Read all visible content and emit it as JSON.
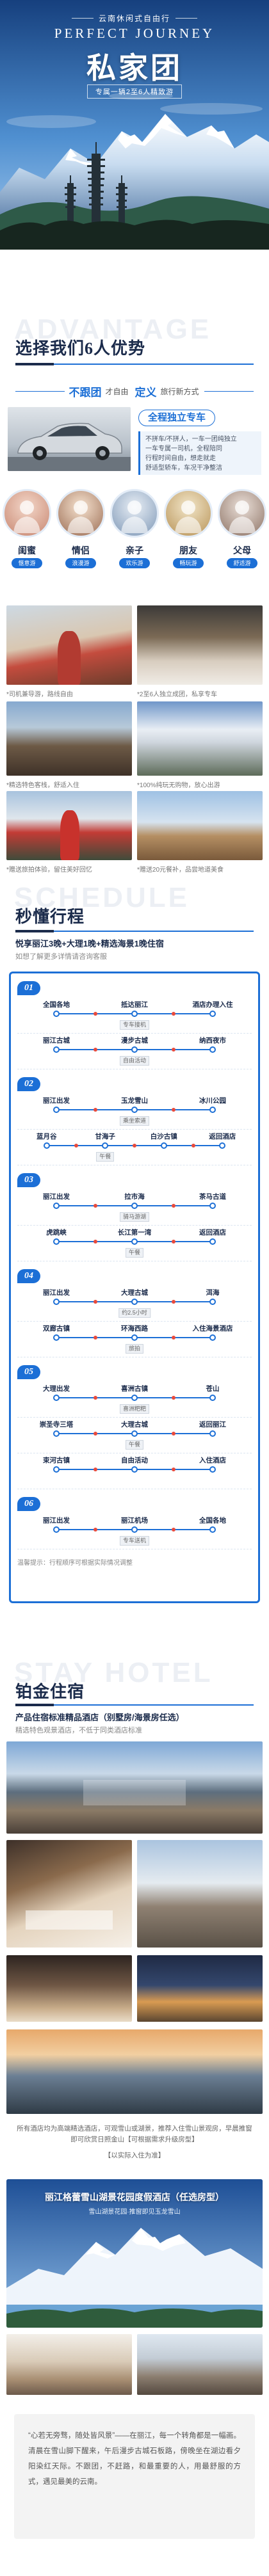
{
  "hero": {
    "tagline": "云南休闲式自由行",
    "english": "PERFECT JOURNEY",
    "title": "私家团",
    "subtitle": "专属一辆2至6人精致游"
  },
  "advantage": {
    "watermark": "ADVANTAGE",
    "heading": "选择我们6人优势",
    "banner": {
      "a": "不跟团",
      "b": "才自由",
      "c": "定义",
      "d": "旅行新方式"
    }
  },
  "car": {
    "title": "全程独立专车",
    "bullets": [
      "不拼车/不拼人，一车一团纯独立",
      "一车专属一司机，全程陪同",
      "行程时间自由，想走就走",
      "舒适型轿车，车况干净整洁"
    ]
  },
  "audiences": [
    {
      "label": "闺蜜",
      "tag": "惬意游",
      "icon": "friends-icon"
    },
    {
      "label": "情侣",
      "tag": "浪漫游",
      "icon": "couple-icon"
    },
    {
      "label": "亲子",
      "tag": "欢乐游",
      "icon": "family-icon"
    },
    {
      "label": "朋友",
      "tag": "畅玩游",
      "icon": "group-icon"
    },
    {
      "label": "父母",
      "tag": "舒适游",
      "icon": "parents-icon"
    }
  ],
  "features": [
    {
      "caption": "*司机兼导游，路线自由"
    },
    {
      "caption": "*2至6人独立成团，私享专车"
    },
    {
      "caption": "*精选特色客栈，舒适入住"
    },
    {
      "caption": "*100%纯玩无购物，放心出游"
    },
    {
      "caption": "*赠送旅拍体验，留住美好回忆"
    },
    {
      "caption": "*赠送20元餐补，品尝地道美食"
    }
  ],
  "schedule": {
    "watermark": "SCHEDULE",
    "heading": "秒懂行程",
    "subtitle": "悦享丽江3晚+大理1晚+精选海景1晚住宿",
    "note": "如想了解更多详情请咨询客服"
  },
  "itinerary": {
    "days": [
      {
        "num": "01",
        "rows": [
          {
            "nodes": [
              {
                "label": "全国各地"
              },
              {
                "label": "抵达丽江",
                "tag": "专车接机"
              },
              {
                "label": "酒店办理入住"
              }
            ]
          },
          {
            "nodes": [
              {
                "label": "丽江古城"
              },
              {
                "label": "漫步古城",
                "tag": "自由活动"
              },
              {
                "label": "纳西夜市"
              }
            ]
          }
        ]
      },
      {
        "num": "02",
        "rows": [
          {
            "nodes": [
              {
                "label": "丽江出发"
              },
              {
                "label": "玉龙雪山",
                "tag": "乘坐索道"
              },
              {
                "label": "冰川公园"
              }
            ]
          },
          {
            "nodes": [
              {
                "label": "蓝月谷"
              },
              {
                "label": "甘海子",
                "tag": "午餐"
              },
              {
                "label": "白沙古镇"
              },
              {
                "label": "返回酒店"
              }
            ]
          }
        ]
      },
      {
        "num": "03",
        "rows": [
          {
            "nodes": [
              {
                "label": "丽江出发"
              },
              {
                "label": "拉市海",
                "tag": "骑马游湖"
              },
              {
                "label": "茶马古道"
              }
            ]
          },
          {
            "nodes": [
              {
                "label": "虎跳峡"
              },
              {
                "label": "长江第一湾",
                "tag": "午餐"
              },
              {
                "label": "返回酒店"
              }
            ]
          }
        ]
      },
      {
        "num": "04",
        "rows": [
          {
            "nodes": [
              {
                "label": "丽江出发"
              },
              {
                "label": "大理古城",
                "tag": "约2.5小时"
              },
              {
                "label": "洱海"
              }
            ]
          },
          {
            "nodes": [
              {
                "label": "双廊古镇"
              },
              {
                "label": "环海西路",
                "tag": "旅拍"
              },
              {
                "label": "入住海景酒店"
              }
            ]
          }
        ]
      },
      {
        "num": "05",
        "rows": [
          {
            "nodes": [
              {
                "label": "大理出发"
              },
              {
                "label": "喜洲古镇",
                "tag": "喜洲粑粑"
              },
              {
                "label": "苍山"
              }
            ]
          },
          {
            "nodes": [
              {
                "label": "崇圣寺三塔"
              },
              {
                "label": "大理古城",
                "tag": "午餐"
              },
              {
                "label": "返回丽江"
              }
            ]
          },
          {
            "nodes": [
              {
                "label": "束河古镇"
              },
              {
                "label": "自由活动"
              },
              {
                "label": "入住酒店"
              }
            ]
          }
        ]
      },
      {
        "num": "06",
        "rows": [
          {
            "nodes": [
              {
                "label": "丽江出发"
              },
              {
                "label": "丽江机场",
                "tag": "专车送机"
              },
              {
                "label": "全国各地"
              }
            ]
          }
        ]
      }
    ],
    "footnote": "温馨提示：行程顺序可根据实际情况调整"
  },
  "hotel": {
    "watermark": "STAY HOTEL",
    "heading": "铂金住宿",
    "subtitle": "产品住宿标准精品酒店（别墅房/海景房任选）",
    "note": "精选特色观景酒店，不低于同类酒店标准",
    "paragraph": "所有酒店均为高端精选酒店，可观雪山或湖景，推荐入住雪山景观房，早晨推窗即可欣赏日照金山【可根据需求升级房型】",
    "paragraph_note": "【以实际入住为准】"
  },
  "hotel_card": {
    "title": "丽江格蕾雪山湖景花园度假酒店（任选房型）",
    "subtitle": "雪山湖景花园·推窗即见玉龙雪山"
  },
  "quote": {
    "text": "“心若无旁骛，随处皆风景”——在丽江，每一个转角都是一幅画。清晨在雪山脚下醒来，午后漫步古城石板路，傍晚坐在湖边看夕阳染红天际。不跟团，不赶路，和最重要的人，用最舒服的方式，遇见最美的云南。"
  },
  "colors": {
    "accent": "#1c6fd6",
    "navy": "#1b2b4b",
    "red": "#e84a3c"
  }
}
